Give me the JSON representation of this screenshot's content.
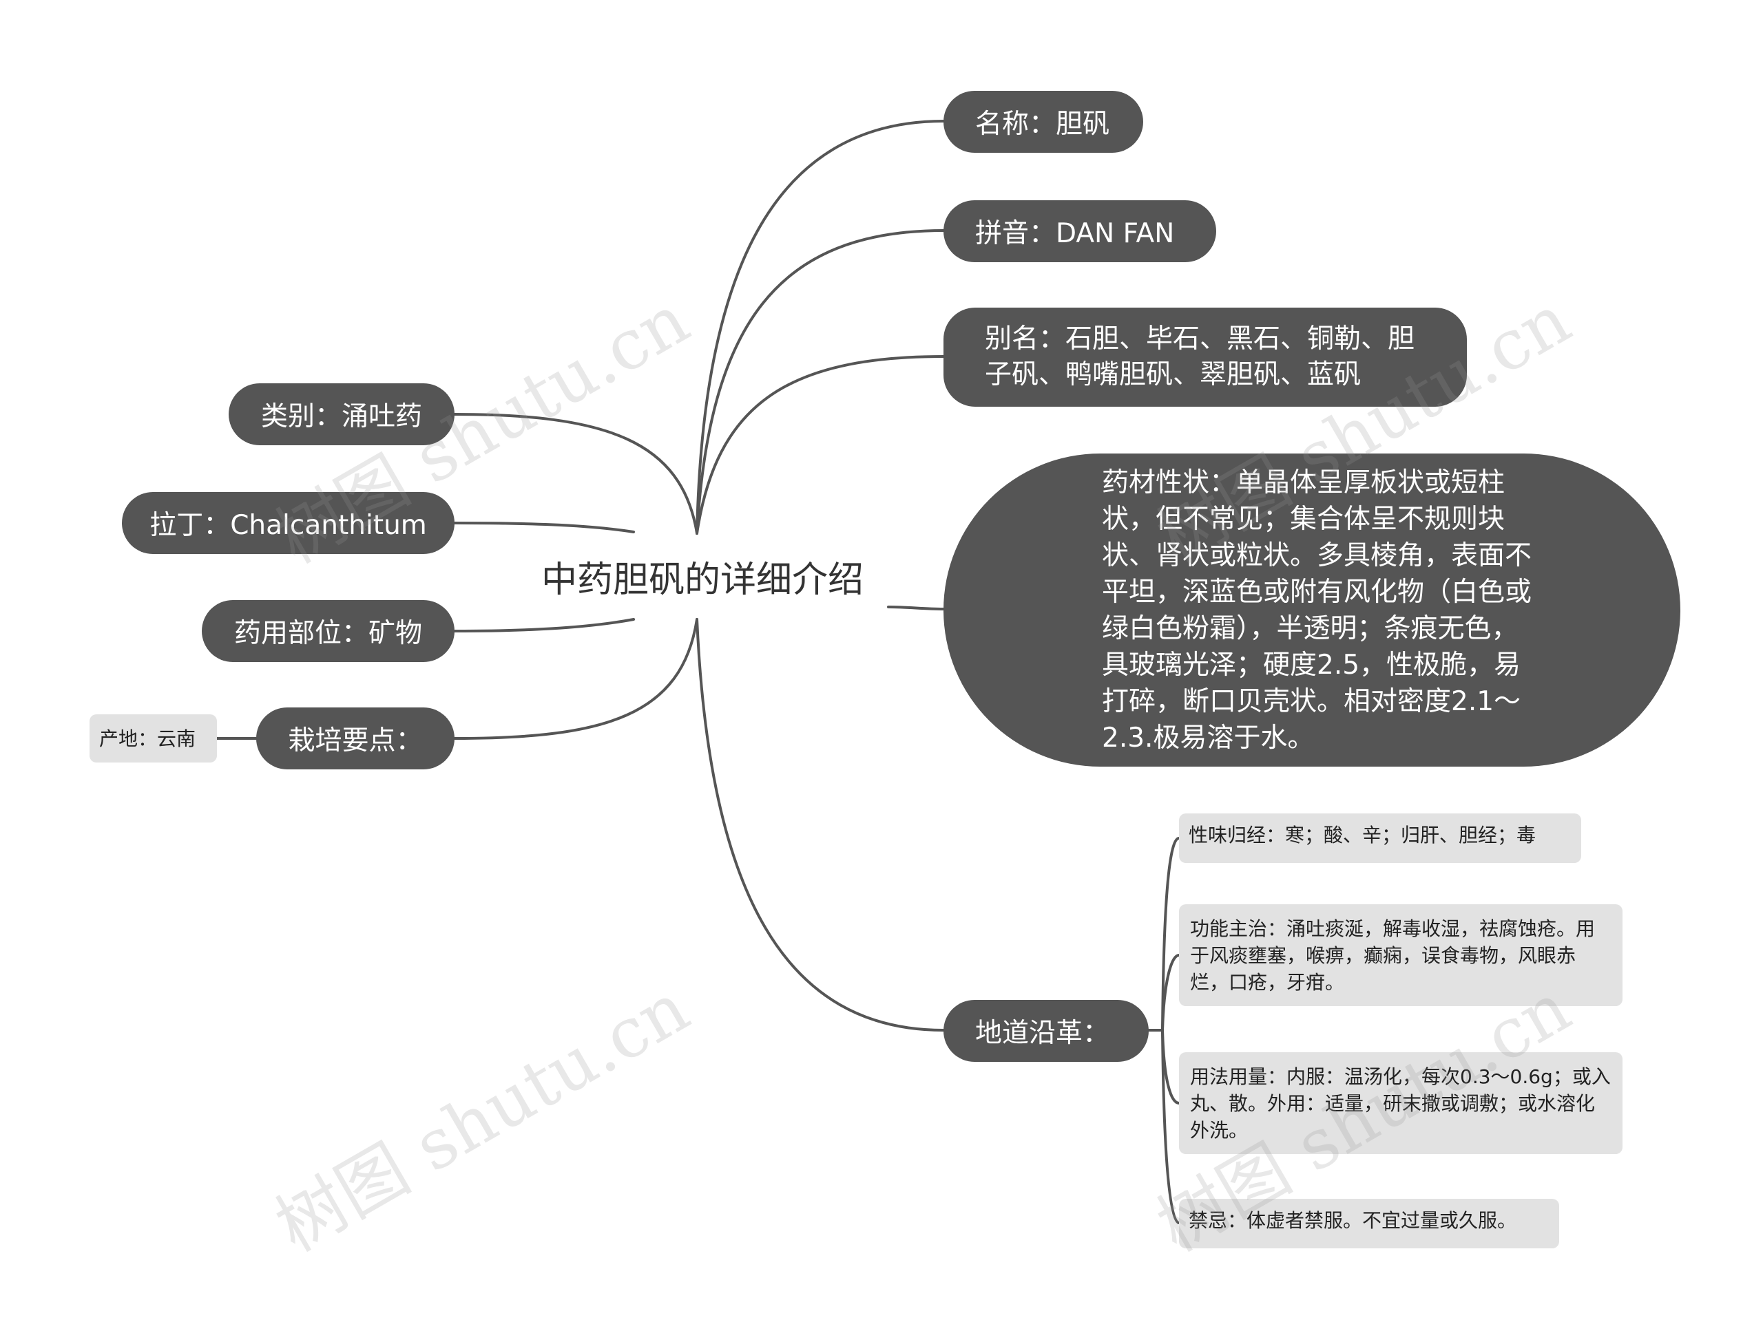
{
  "root": {
    "title": "中药胆矾的详细介绍"
  },
  "right_nodes": [
    {
      "id": "name",
      "text": "名称：胆矾"
    },
    {
      "id": "pinyin",
      "text": "拼音：DAN FAN"
    },
    {
      "id": "alias",
      "text": "别名：石胆、毕石、黑石、铜勒、胆子矾、鸭嘴胆矾、翠胆矾、蓝矾"
    },
    {
      "id": "properties",
      "text": "药材性状：单晶体呈厚板状或短柱状，但不常见；集合体呈不规则块状、肾状或粒状。多具棱角，表面不平坦，深蓝色或附有风化物（白色或绿白色粉霜），半透明；条痕无色，具玻璃光泽；硬度2.5，性极脆，易打碎，断口贝壳状。相对密度2.1～2.3.极易溶于水。"
    },
    {
      "id": "history",
      "text": "地道沿革："
    }
  ],
  "history_children": [
    {
      "id": "nature",
      "text": "性味归经：寒；酸、辛；归肝、胆经；毒"
    },
    {
      "id": "function",
      "text": "功能主治：涌吐痰涎，解毒收湿，祛腐蚀疮。用于风痰壅塞，喉痹，癫痫，误食毒物，风眼赤烂，口疮，牙疳。"
    },
    {
      "id": "usage",
      "text": "用法用量：内服：温汤化，每次0.3～0.6g；或入丸、散。外用：适量，研末撒或调敷；或水溶化外洗。"
    },
    {
      "id": "taboo",
      "text": "禁忌：体虚者禁服。不宜过量或久服。"
    }
  ],
  "left_nodes": [
    {
      "id": "category",
      "text": "类别：涌吐药"
    },
    {
      "id": "latin",
      "text": "拉丁：Chalcanthitum"
    },
    {
      "id": "part",
      "text": "药用部位：矿物"
    },
    {
      "id": "cultivation",
      "text": "栽培要点："
    }
  ],
  "cultivation_children": [
    {
      "id": "origin",
      "text": "产地：云南"
    }
  ],
  "watermark": "树图 shutu.cn",
  "colors": {
    "node_dark": "#555555",
    "node_light": "#e2e2e2",
    "line": "#555555",
    "root_text": "#333333"
  }
}
